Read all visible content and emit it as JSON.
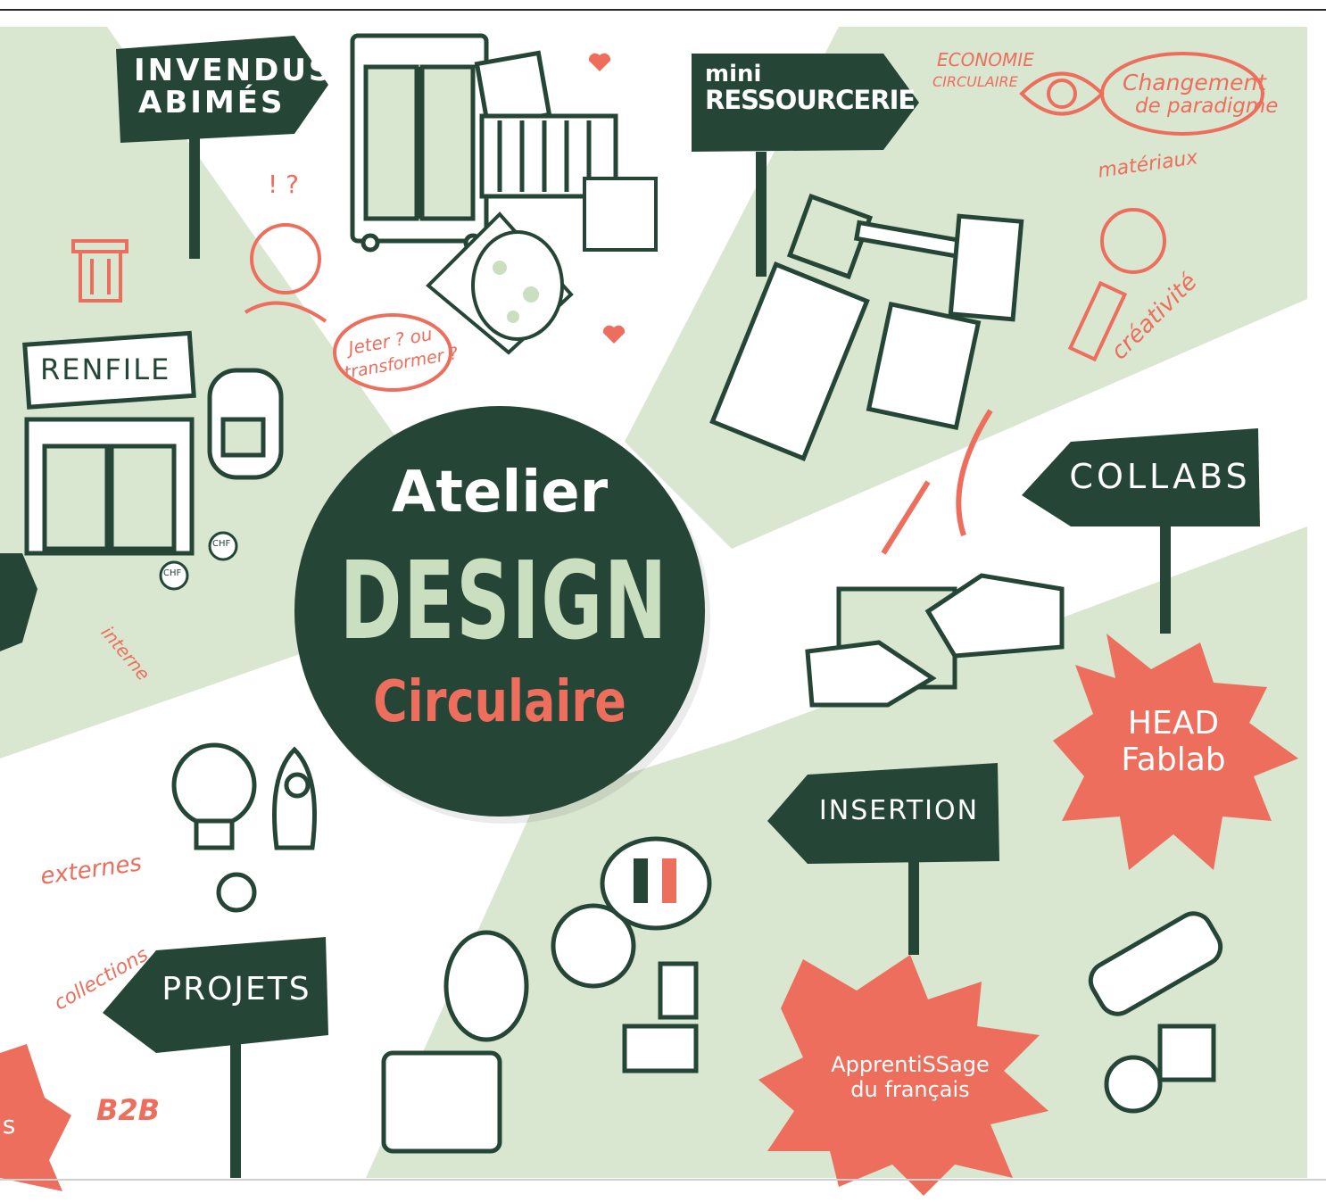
{
  "title": {
    "line1": "Atelier",
    "line2": "DESIGN",
    "line3": "Circulaire"
  },
  "signs": {
    "invendus": {
      "line1": "INVENDUS",
      "line2": "ABIMÉS"
    },
    "ressourcerie": {
      "line1": "mini",
      "line2": "RESSOURCERIE"
    },
    "collabs": "COLLABS",
    "insertion": "INSERTION",
    "projets": "PROJETS"
  },
  "shop_sign": "RENFILE",
  "notes": {
    "economie": "ECONOMIE",
    "circulaire": "CIRCULAIRE",
    "changement": "Changement",
    "paradigme": "de paradigme",
    "materiaux": "matériaux",
    "creativite": "créativité",
    "jeter": "Jeter ? ou",
    "transformer": "transformer ?",
    "interne": "interne",
    "externes": "externes",
    "collections": "collections",
    "b2b": "B2B",
    "chf1": "CHF",
    "chf2": "CHF",
    "exclaim": "! ?"
  },
  "stars": {
    "head_line1": "HEAD",
    "head_line2": "Fablab",
    "apprentissage_line1": "ApprentiSSage",
    "apprentissage_line2": "du français",
    "left_fragment": "s"
  },
  "colors": {
    "dark_green": "#254637",
    "light_green": "#d9e6d0",
    "mint": "#c9dfc0",
    "coral": "#ee6e5d",
    "white": "#ffffff"
  }
}
